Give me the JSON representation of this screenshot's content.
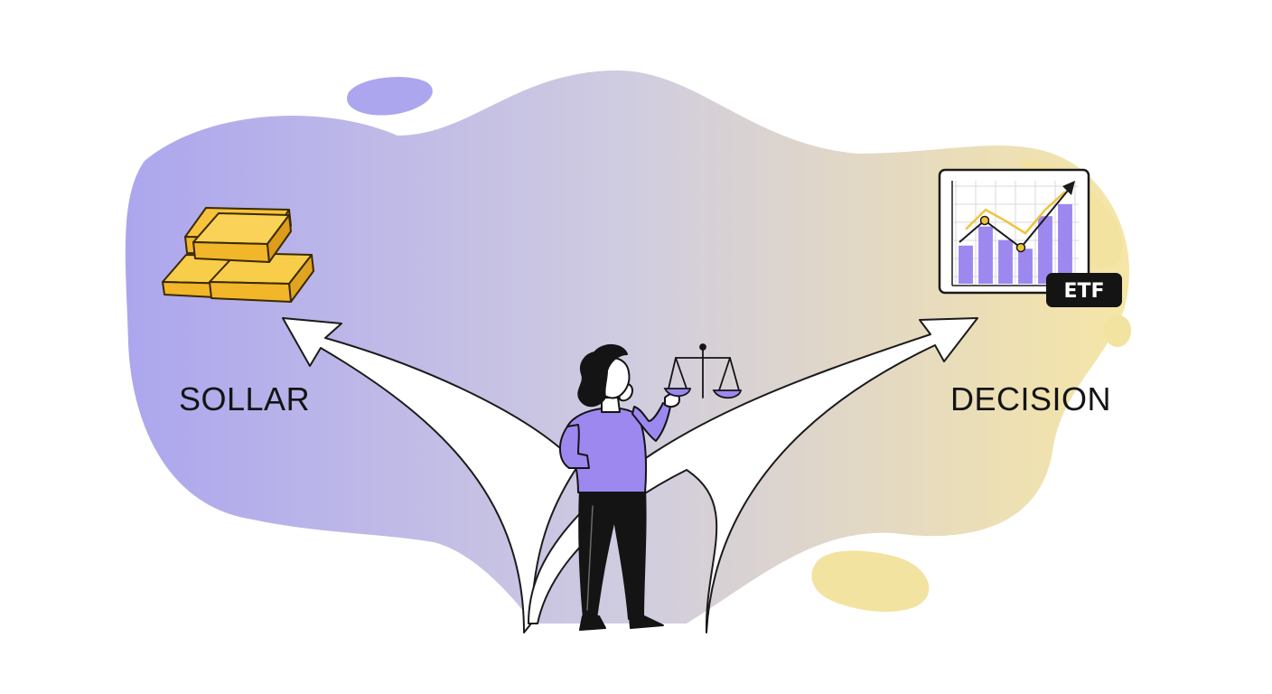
{
  "labels": {
    "left_path": "SOLLAR",
    "right_path": "DECISION",
    "etf_badge": "ETF"
  },
  "icons": {
    "left": "gold-bars-icon",
    "right": "etf-chart-icon",
    "held_item": "balance-scale-icon"
  },
  "colors": {
    "blob_left": "#aca6ee",
    "blob_middle": "#d0cce0",
    "blob_right": "#f6e6a6",
    "gold": "#f6c33a",
    "purple_accent": "#9d88f0",
    "line_color": "#f0c43a",
    "etf_badge_bg": "#141414",
    "outline": "#1b1b1b"
  },
  "etf_chart": {
    "bars": [
      0.48,
      0.72,
      0.55,
      0.44,
      0.85,
      1.0
    ],
    "line": [
      0.42,
      0.72,
      0.55,
      0.36,
      0.72,
      1.0
    ]
  }
}
